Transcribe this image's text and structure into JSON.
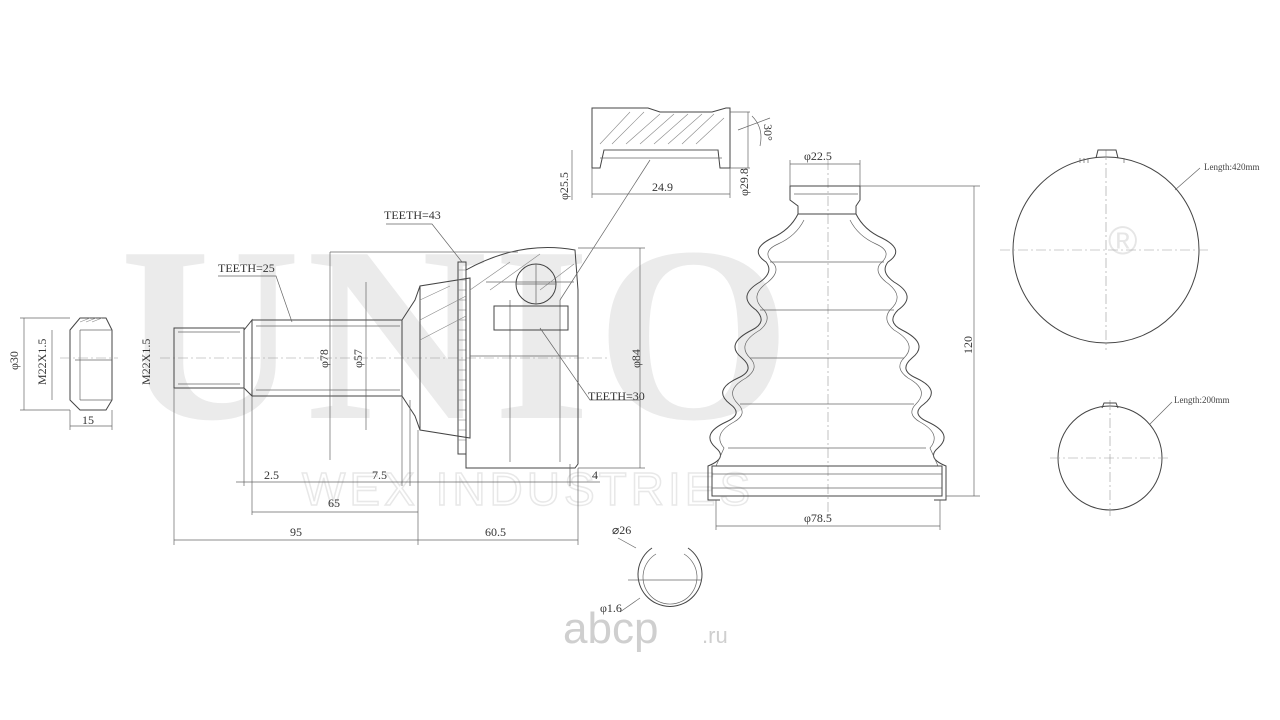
{
  "watermark": {
    "brand": "UNIO",
    "registered": "®",
    "subtitle": "WEX INDUSTRIES"
  },
  "site_logo": {
    "name": "abcp",
    "tld": ".ru"
  },
  "nut": {
    "dia": "φ30",
    "thread": "M22X1.5",
    "length": "15"
  },
  "joint": {
    "thread": "M22X1.5",
    "teeth_shaft": "TEETH=25",
    "teeth_ring": "TEETH=43",
    "teeth_inner": "TEETH=30",
    "d78": "φ78",
    "d57": "φ57",
    "d84": "φ84",
    "dim_2_5": "2.5",
    "dim_7_5": "7.5",
    "dim_4": "4",
    "dim_65": "65",
    "dim_95": "95",
    "dim_60_5": "60.5"
  },
  "inner_race": {
    "d25_5": "φ25.5",
    "d29_8": "φ29.8",
    "width": "24.9",
    "angle": "30°"
  },
  "boot": {
    "top": "φ22.5",
    "bottom": "φ78.5",
    "height": "120"
  },
  "clamps": {
    "large": "Length:420mm",
    "small": "Length:200mm"
  },
  "circlip": {
    "dia": "⌀26",
    "wire": "φ1.6"
  }
}
